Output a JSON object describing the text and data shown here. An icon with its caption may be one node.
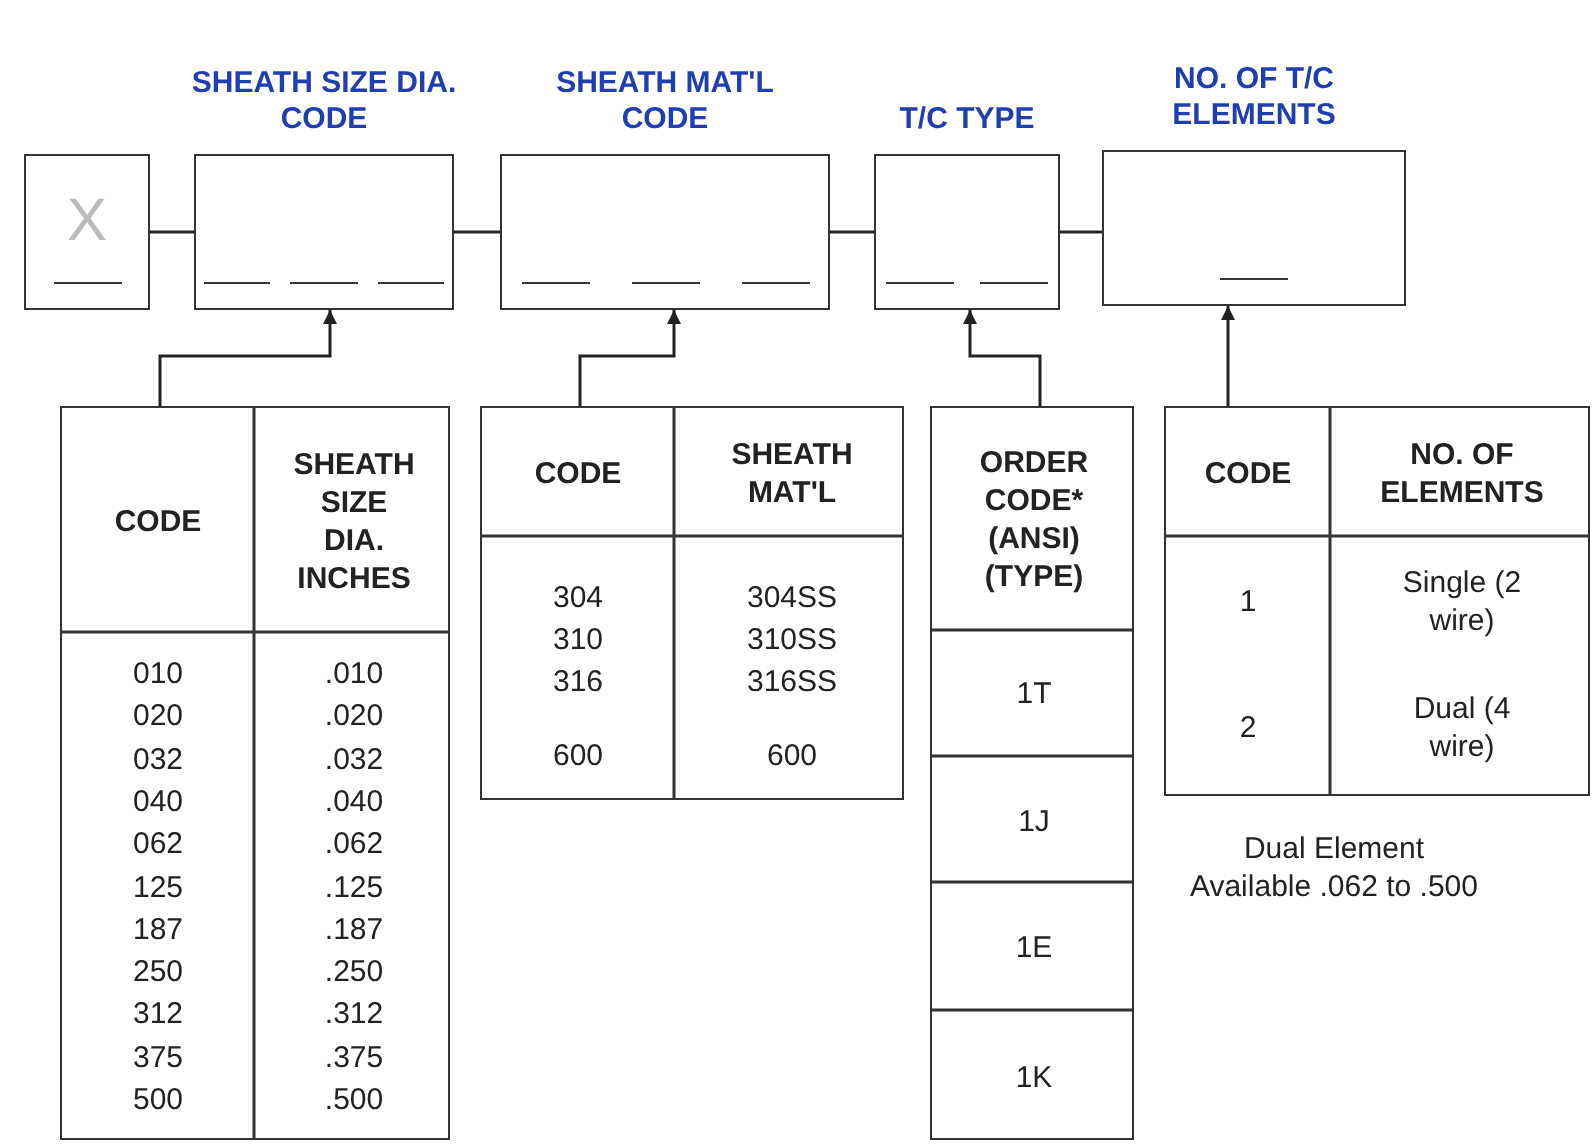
{
  "diagram": {
    "nodes": [
      {
        "text": [
          "X"
        ]
      },
      {
        "text": [
          "SHEATH SIZE DIA. CODE"
        ]
      },
      {
        "text": [
          "SHEATH MAT'L CODE"
        ]
      },
      {
        "text": [
          "T/C TYPE"
        ]
      },
      {
        "text": [
          "NO. OF T/C ELEMENTS"
        ]
      },
      {
        "text": [
          "CODE",
          "SHEATH SIZE DIA. INCHES",
          "010",
          ".010",
          "020",
          ".020",
          "032",
          ".032",
          "040",
          ".040",
          "062",
          ".062",
          "125",
          ".125",
          "187",
          ".187",
          "250",
          ".250",
          "312",
          ".312",
          "375",
          ".375",
          "500",
          ".500"
        ]
      },
      {
        "text": [
          "CODE",
          "SHEATH MAT'L",
          "304",
          "304SS",
          "310",
          "310SS",
          "316",
          "316SS",
          "600",
          "600"
        ]
      },
      {
        "text": [
          "ORDER CODE* (ANSI) (TYPE)",
          "1T",
          "1J",
          "1E",
          "1K"
        ]
      },
      {
        "text": [
          "CODE",
          "NO. OF ELEMENTS",
          "1",
          "Single (2 wire)",
          "2",
          "Dual (4 wire)"
        ],
        "beside": [
          "Dual Element Available .062 to .500"
        ]
      }
    ],
    "edges": [
      {
        "from": 0,
        "to": 1,
        "arrow": "none"
      },
      {
        "from": 1,
        "to": 2,
        "arrow": "none"
      },
      {
        "from": 2,
        "to": 3,
        "arrow": "none"
      },
      {
        "from": 3,
        "to": 4,
        "arrow": "none"
      },
      {
        "from": 5,
        "to": 1,
        "arrow": "to"
      },
      {
        "from": 6,
        "to": 2,
        "arrow": "to"
      },
      {
        "from": 7,
        "to": 3,
        "arrow": "to"
      },
      {
        "from": 8,
        "to": 4,
        "arrow": "to"
      }
    ]
  }
}
